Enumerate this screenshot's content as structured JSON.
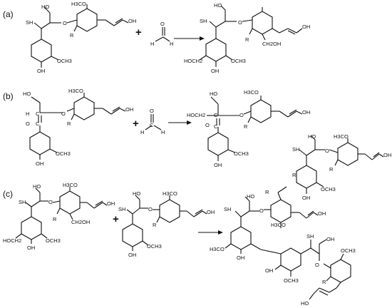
{
  "panels": [
    {
      "label": "(a)"
    },
    {
      "label": "(b)"
    },
    {
      "label": "(c)"
    }
  ],
  "plus_sign": "+",
  "atoms": {
    "HO": "HO",
    "OH": "OH",
    "SH": "SH",
    "H3CO": "H3CO",
    "OCH3": "OCH3",
    "R": "R",
    "O": "O",
    "H": "H",
    "C": "C",
    "CH2OH": "CH2OH",
    "HOCH2": "HOCH2"
  }
}
